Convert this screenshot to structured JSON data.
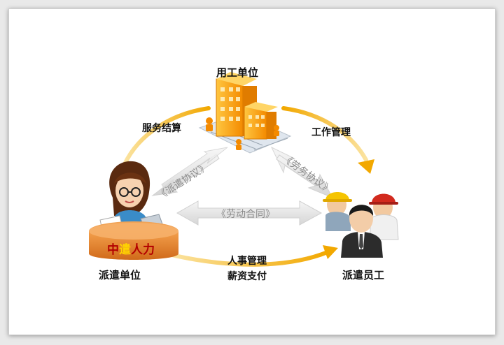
{
  "nodes": {
    "employer": "用工单位",
    "agency": "派遣单位",
    "employee": "派遣员工"
  },
  "relations": {
    "service_settlement": "服务结算",
    "work_management": "工作管理",
    "hr_pay_line1": "人事管理",
    "hr_pay_line2": "薪资支付"
  },
  "agreements": {
    "dispatch": "《派遣协议》",
    "labor_service": "《劳务协议》",
    "labor_contract": "《劳动合同》"
  },
  "logo": {
    "part1": "中",
    "part2": "遣",
    "part3": "人力"
  },
  "colors": {
    "arrow": "#f4b400",
    "building": "#f6a21a",
    "desk": "#e98a2d",
    "grey_arrow": "#e2e2e2",
    "logo_red": "#b30000",
    "logo_yellow": "#ffd400"
  }
}
